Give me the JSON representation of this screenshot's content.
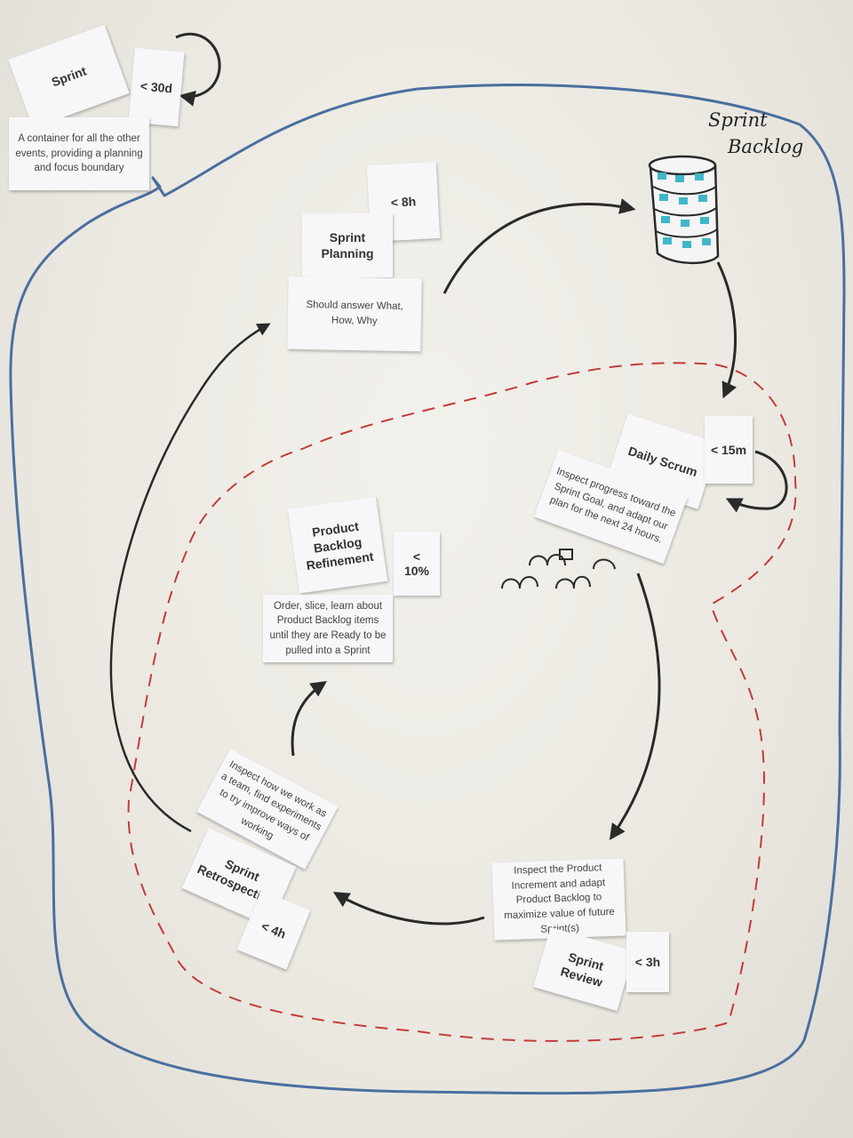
{
  "sprint": {
    "title": "Sprint",
    "timebox": "< 30d",
    "description": "A container for all the other events, providing a planning and focus boundary"
  },
  "sprint_planning": {
    "title": "Sprint Planning",
    "timebox": "< 8h",
    "description": "Should answer What, How, Why"
  },
  "sprint_backlog": {
    "label_line1": "Sprint",
    "label_line2": "Backlog"
  },
  "daily_scrum": {
    "title": "Daily Scrum",
    "timebox": "< 15m",
    "description": "Inspect progress toward the Sprint Goal, and adapt our plan for the next 24 hours."
  },
  "refinement": {
    "title": "Product Backlog Refinement",
    "timebox": "< 10%",
    "description": "Order, slice, learn about Product Backlog items until they are Ready to be pulled into a Sprint"
  },
  "sprint_review": {
    "title": "Sprint Review",
    "timebox": "< 3h",
    "description": "Inspect the Product Increment and adapt Product Backlog to maximize value of future Sprint(s)"
  },
  "sprint_retrospective": {
    "title": "Sprint Retrospective",
    "timebox": "< 4h",
    "description": "Inspect how we work as a team, find experiments to try improve ways of working"
  },
  "colors": {
    "blue_boundary": "#4a6f9f",
    "red_dashed": "#c23b3b",
    "arrow": "#2a2a2a",
    "backlog_cyan": "#3fb7c9"
  }
}
